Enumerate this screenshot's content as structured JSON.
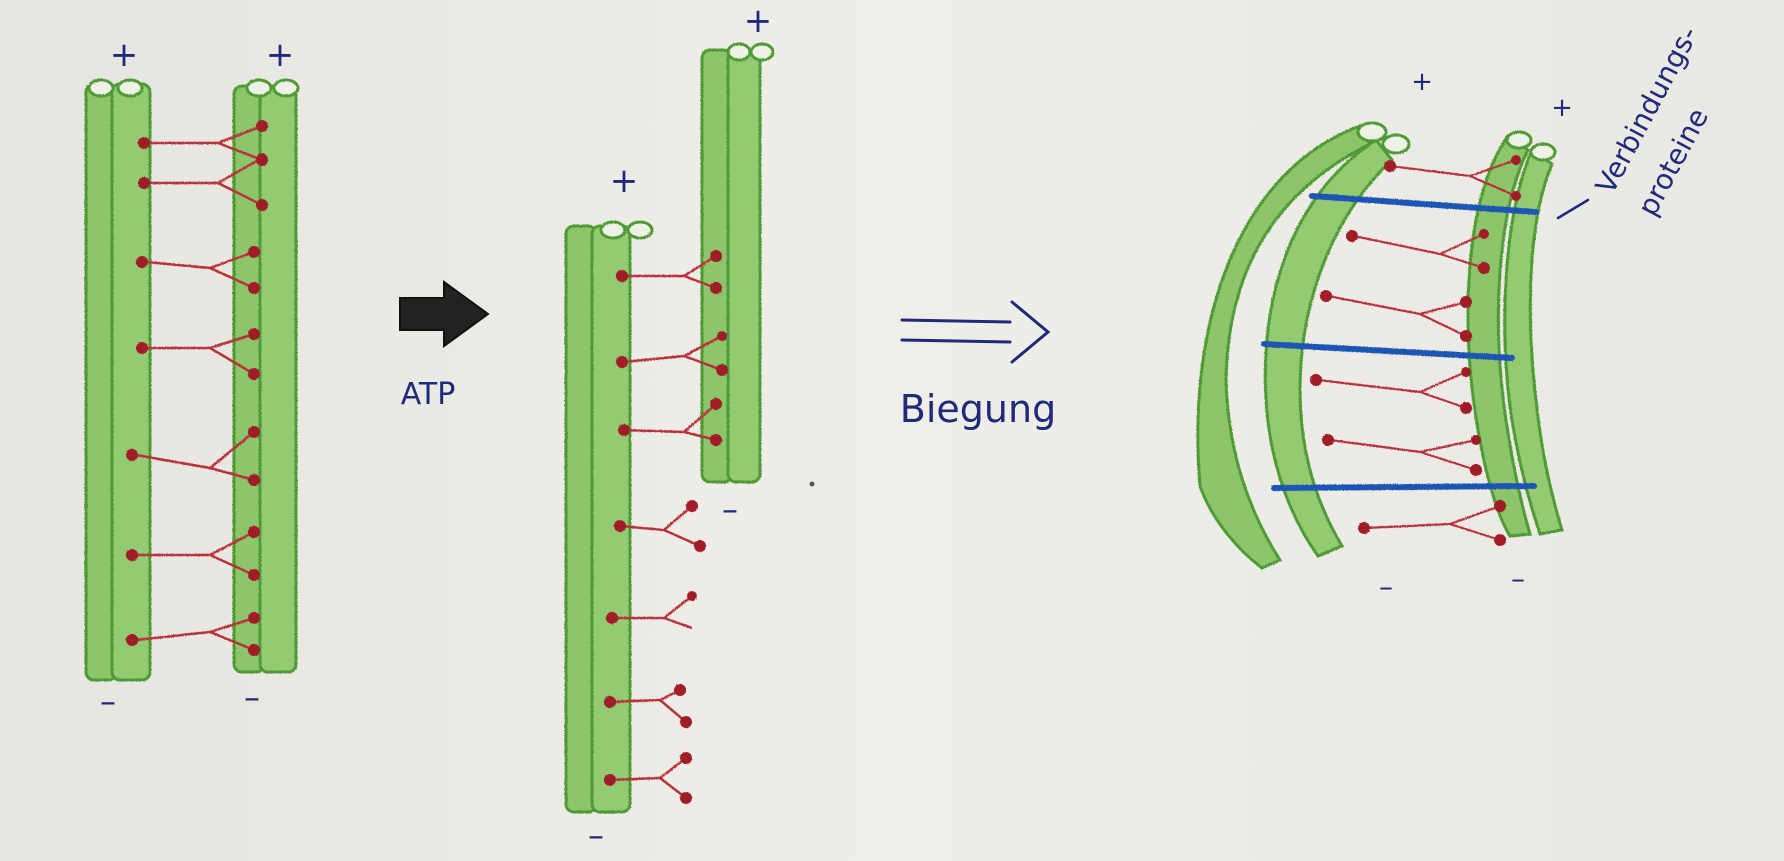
{
  "colors": {
    "paper": "#ecebe6",
    "microtubule_fill": "#8cc56a",
    "microtubule_edge": "#4f9a35",
    "dynein": "#b8323a",
    "dynein_head": "#a01e28",
    "linker": "#1f54b3",
    "ink": "#1f2a7a",
    "arrow_fill": "#222222"
  },
  "icons": {
    "big_arrow": "block-right-arrow",
    "implies": "double-line-arrow"
  },
  "panel1": {
    "plus_left": "+",
    "plus_right": "+",
    "minus_left": "–",
    "minus_right": "–"
  },
  "step1": {
    "label": "ATP"
  },
  "panel2": {
    "plus_left": "+",
    "plus_right": "+",
    "minus_left": "–",
    "minus_right": "–"
  },
  "step2": {
    "label": "Biegung"
  },
  "panel3": {
    "plus_left": "+",
    "plus_right": "+",
    "minus_left": "–",
    "minus_right": "–",
    "annotation_line1": "Verbindungs-",
    "annotation_line2": "proteine"
  }
}
